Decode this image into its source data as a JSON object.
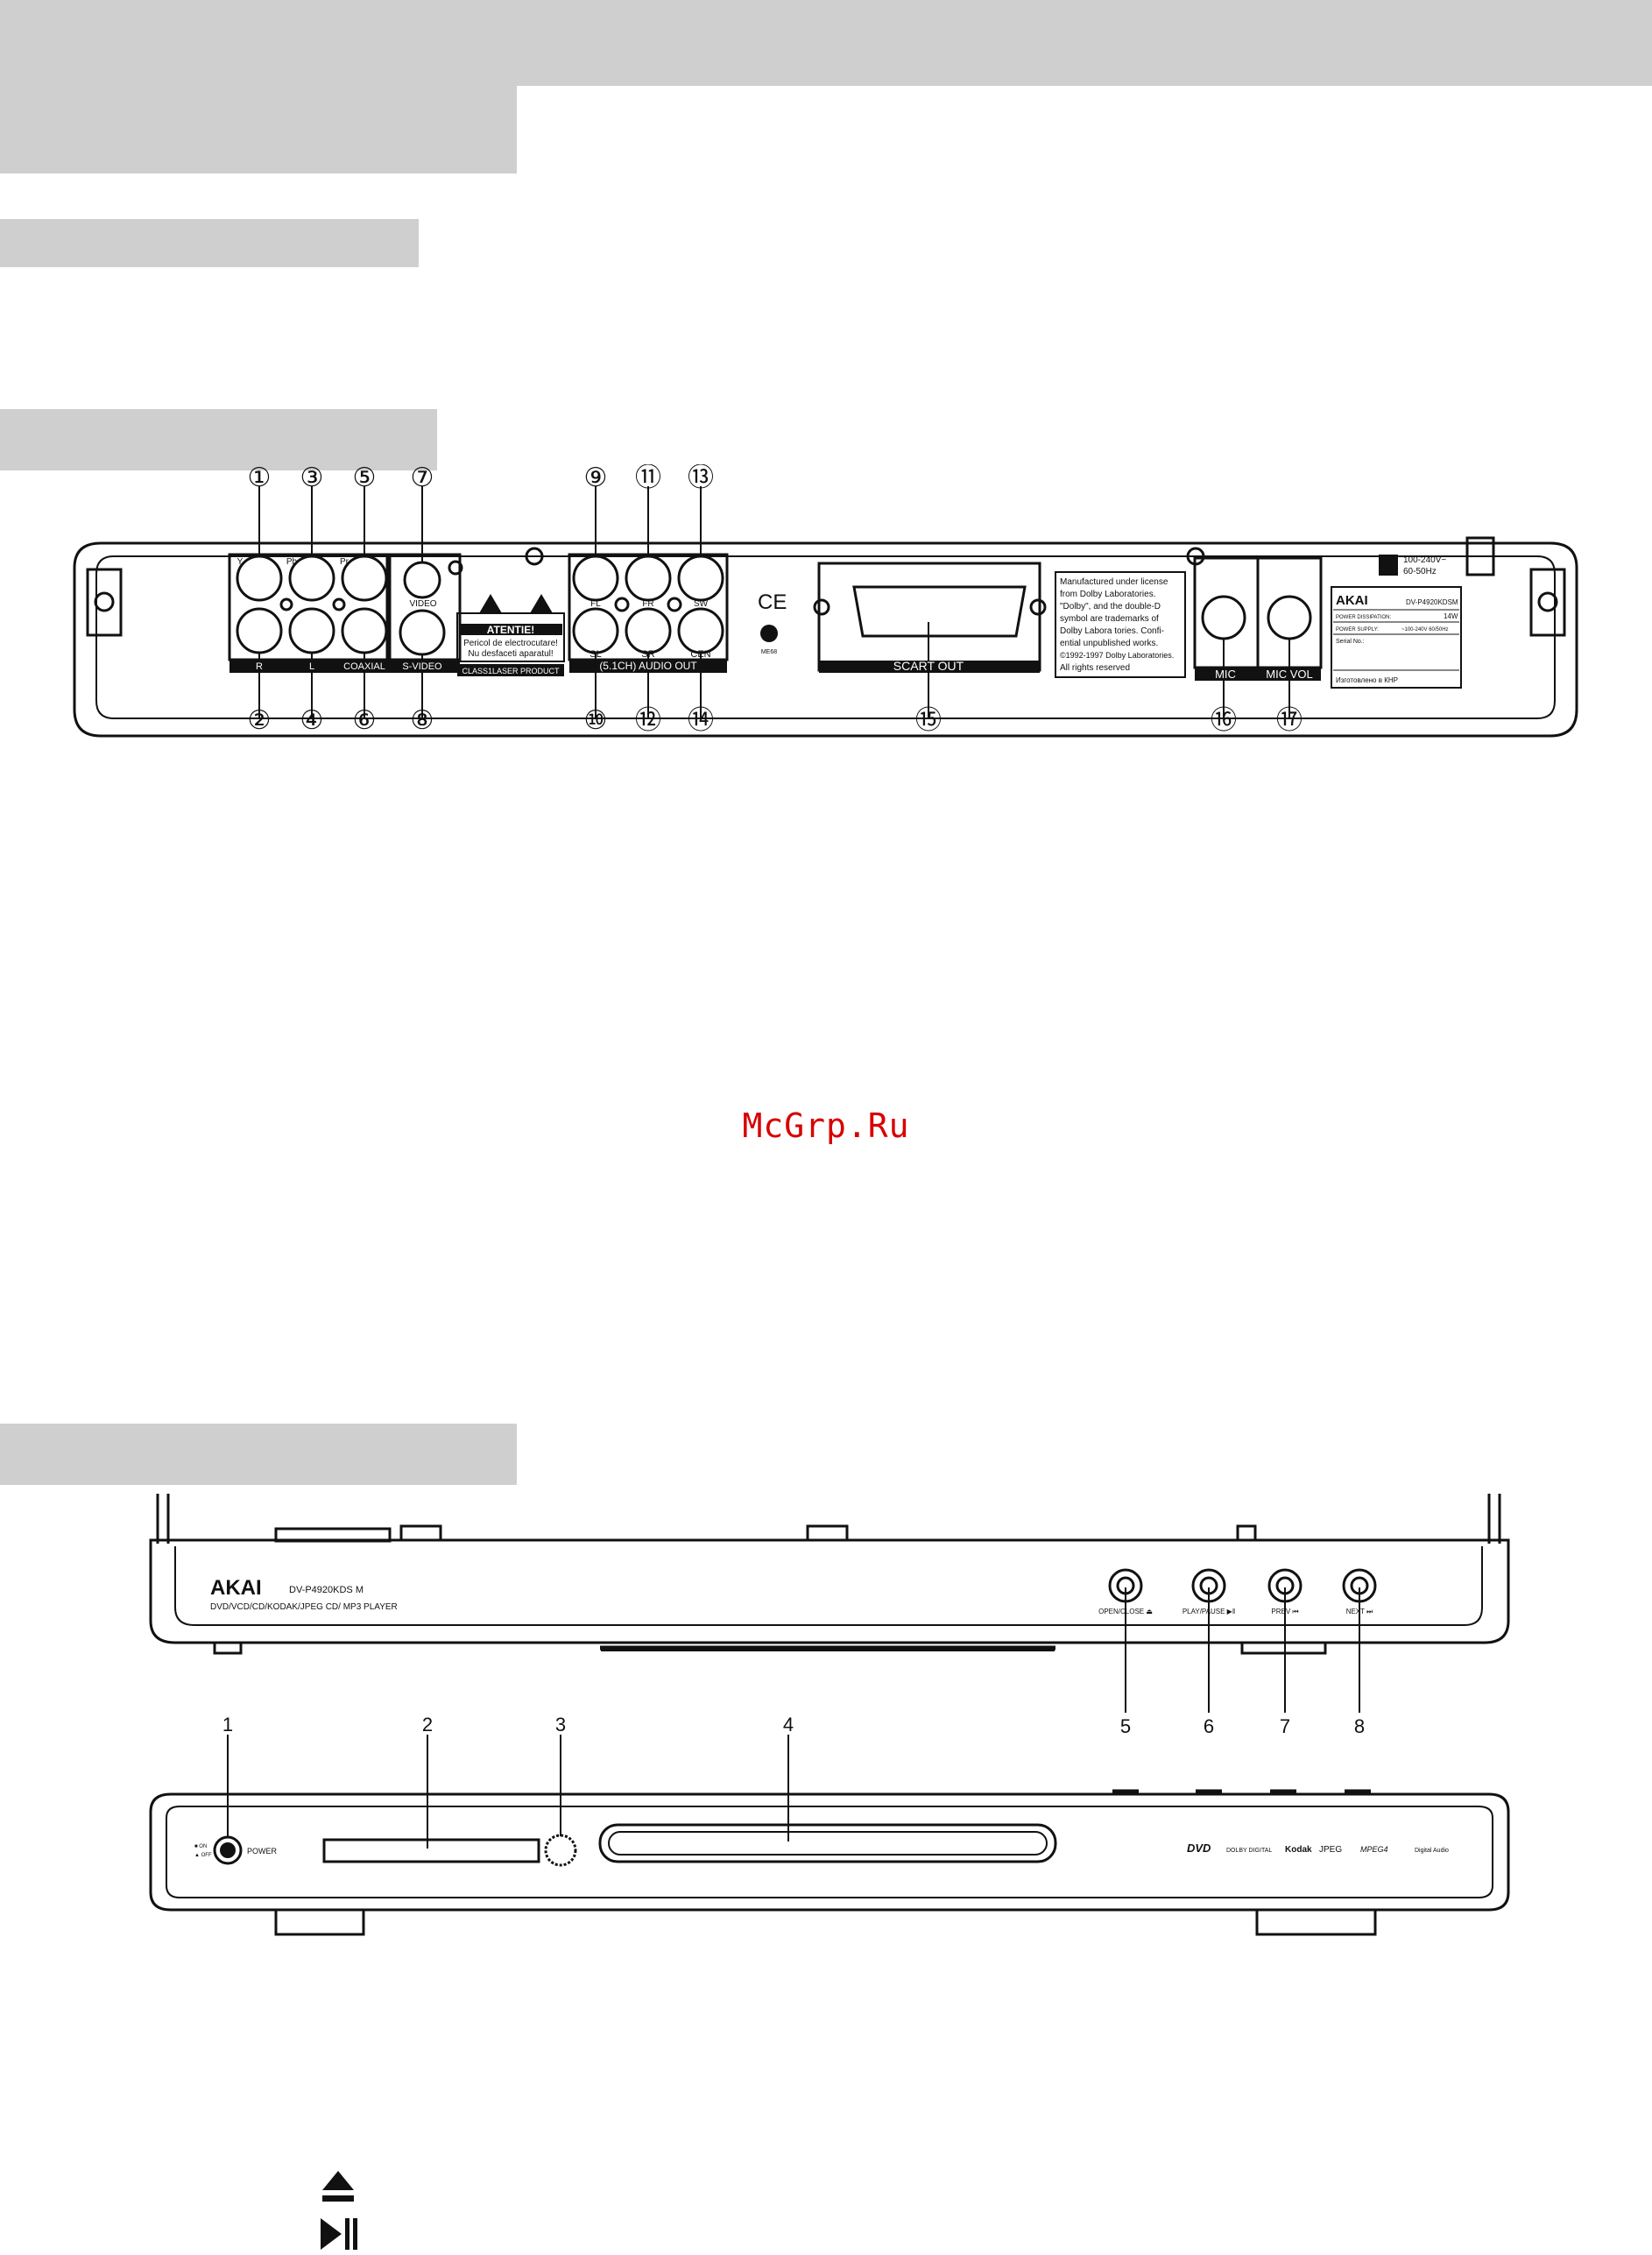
{
  "watermark": "McGrp.Ru",
  "rear_panel": {
    "callouts_top": [
      "①",
      "③",
      "⑤",
      "⑦",
      "⑨",
      "⑪",
      "⑬"
    ],
    "callouts_bottom": [
      "②",
      "④",
      "⑥",
      "⑧",
      "⑩",
      "⑫",
      "⑭",
      "⑮",
      "⑯",
      "⑰"
    ],
    "jack_labels": {
      "y": "Y",
      "pb": "Pb",
      "pr": "Pr",
      "video": "VIDEO",
      "r": "R",
      "l": "L",
      "coaxial": "COAXIAL",
      "svideo": "S-VIDEO",
      "fl": "FL",
      "fr": "FR",
      "sw": "SW",
      "sl": "SL",
      "sr": "SR",
      "cen": "CEN",
      "audio_out": "(5.1CH) AUDIO OUT",
      "scart": "SCART OUT",
      "mic": "MIC",
      "mic_vol": "MIC VOL"
    },
    "warning": {
      "title": "ATENTIE!",
      "line1": "Pericol de electrocutare!",
      "line2": "Nu desfaceti aparatul!",
      "class": "CLASS1LASER PRODUCT"
    },
    "ce": "CE",
    "pct": "ME68",
    "dolby_notice": [
      "Manufactured under license",
      "from Dolby Laboratories.",
      "\"Dolby\",  and the double-D",
      "symbol are trademarks of",
      "Dolby Labora tories. Confi-",
      "ential unpublished works.",
      "©1992-1997 Dolby Laboratories.",
      "All rights  reserved"
    ],
    "power_in": [
      "100-240V~",
      "60-50Hz"
    ],
    "rating": {
      "brand": "AKAI",
      "model": "DV-P4920KDSM",
      "dissipation_label": "POWER DISSIPATION:",
      "dissipation_value": "14W",
      "supply_label": "POWER SUPPLY:",
      "supply_value": "~100-240V 60/50Hz",
      "serial_label": "Serial No.:",
      "made_in": "Изготовлено в КНР"
    }
  },
  "front_panel": {
    "brand": "AKAI",
    "model": "DV-P4920KDS M",
    "formats": "DVD/VCD/CD/KODAK/JPEG CD/ MP3 PLAYER",
    "buttons": [
      "OPEN/CLOSE ⏏",
      "PLAY/PAUSE ▶‖",
      "PREV ⏮",
      "NEXT ⏭"
    ],
    "callouts_top": [
      "5",
      "6",
      "7",
      "8"
    ],
    "callouts_front": [
      "1",
      "2",
      "3",
      "4"
    ],
    "power_on": "■ ON",
    "power_off": "▲ OFF",
    "power_label": "POWER",
    "logos": [
      "DVD",
      "DOLBY DIGITAL",
      "Kodak",
      "JPEG",
      "MPEG4",
      "Digital Audio"
    ]
  },
  "icons": [
    "eject-icon",
    "play-pause-icon"
  ],
  "colors": {
    "band": "#cfcfcf",
    "watermark": "#d80000",
    "ink": "#111111"
  }
}
